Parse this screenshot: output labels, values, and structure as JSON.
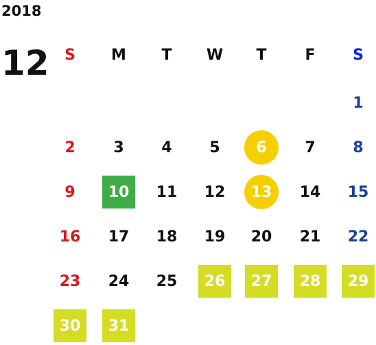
{
  "year": "2018",
  "month": "12",
  "weekdays": [
    "S",
    "M",
    "T",
    "W",
    "T",
    "F",
    "S"
  ],
  "colors": {
    "sunday": "#e0161a",
    "saturday_header": "#0b24d8",
    "saturday": "#1b3f9b",
    "holiday_circle": "#f6cf00",
    "highlight_green": "#3fad46",
    "highlight_yellow_green": "#d2dd24"
  },
  "days": [
    {
      "label": "1",
      "col": 6,
      "row": 0
    },
    {
      "label": "2",
      "col": 0,
      "row": 1
    },
    {
      "label": "3",
      "col": 1,
      "row": 1
    },
    {
      "label": "4",
      "col": 2,
      "row": 1
    },
    {
      "label": "5",
      "col": 3,
      "row": 1
    },
    {
      "label": "6",
      "col": 4,
      "row": 1,
      "mark": "circle",
      "mark_color": "holiday_circle"
    },
    {
      "label": "7",
      "col": 5,
      "row": 1
    },
    {
      "label": "8",
      "col": 6,
      "row": 1
    },
    {
      "label": "9",
      "col": 0,
      "row": 2
    },
    {
      "label": "10",
      "col": 1,
      "row": 2,
      "mark": "square",
      "mark_color": "highlight_green"
    },
    {
      "label": "11",
      "col": 2,
      "row": 2
    },
    {
      "label": "12",
      "col": 3,
      "row": 2
    },
    {
      "label": "13",
      "col": 4,
      "row": 2,
      "mark": "circle",
      "mark_color": "holiday_circle"
    },
    {
      "label": "14",
      "col": 5,
      "row": 2
    },
    {
      "label": "15",
      "col": 6,
      "row": 2
    },
    {
      "label": "16",
      "col": 0,
      "row": 3
    },
    {
      "label": "17",
      "col": 1,
      "row": 3
    },
    {
      "label": "18",
      "col": 2,
      "row": 3
    },
    {
      "label": "19",
      "col": 3,
      "row": 3
    },
    {
      "label": "20",
      "col": 4,
      "row": 3
    },
    {
      "label": "21",
      "col": 5,
      "row": 3
    },
    {
      "label": "22",
      "col": 6,
      "row": 3
    },
    {
      "label": "23",
      "col": 0,
      "row": 4
    },
    {
      "label": "24",
      "col": 1,
      "row": 4
    },
    {
      "label": "25",
      "col": 2,
      "row": 4
    },
    {
      "label": "26",
      "col": 3,
      "row": 4,
      "mark": "square",
      "mark_color": "highlight_yellow_green"
    },
    {
      "label": "27",
      "col": 4,
      "row": 4,
      "mark": "square",
      "mark_color": "highlight_yellow_green"
    },
    {
      "label": "28",
      "col": 5,
      "row": 4,
      "mark": "square",
      "mark_color": "highlight_yellow_green"
    },
    {
      "label": "29",
      "col": 6,
      "row": 4,
      "mark": "square",
      "mark_color": "highlight_yellow_green"
    },
    {
      "label": "30",
      "col": 0,
      "row": 5,
      "mark": "square",
      "mark_color": "highlight_yellow_green"
    },
    {
      "label": "31",
      "col": 1,
      "row": 5,
      "mark": "square",
      "mark_color": "highlight_yellow_green"
    }
  ]
}
